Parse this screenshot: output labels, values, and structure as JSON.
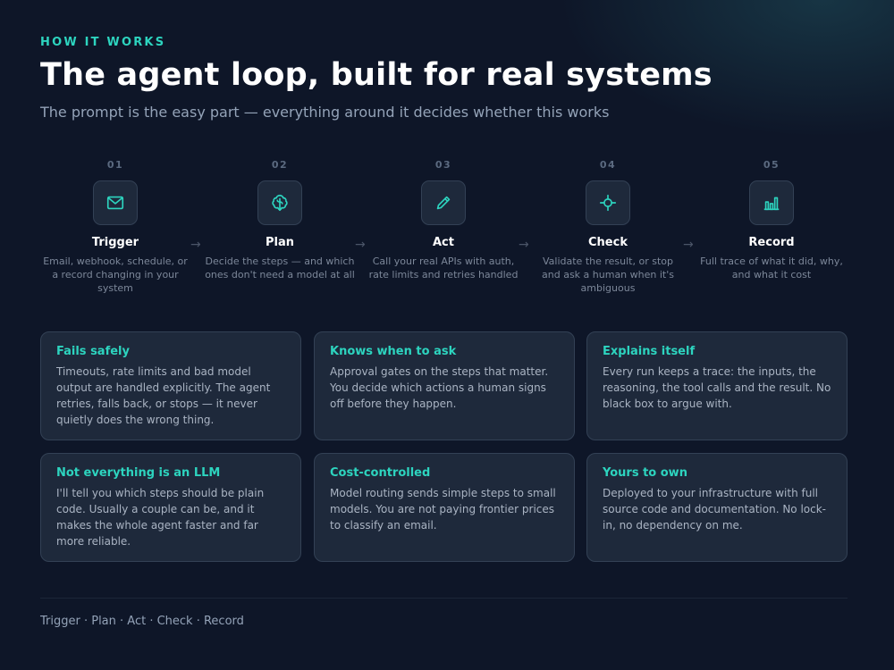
{
  "header": {
    "eyebrow": "HOW IT WORKS",
    "title": "The agent loop, built for real systems",
    "subtitle": "The prompt is the easy part — everything around it decides whether this works"
  },
  "steps": [
    {
      "num": "01",
      "label": "Trigger",
      "icon": "envelope-icon",
      "desc": "Email, webhook, schedule, or a record changing in your system"
    },
    {
      "num": "02",
      "label": "Plan",
      "icon": "brain-icon",
      "desc": "Decide the steps — and which ones don't need a model at all"
    },
    {
      "num": "03",
      "label": "Act",
      "icon": "pencil-icon",
      "desc": "Call your real APIs with auth, rate limits and retries handled"
    },
    {
      "num": "04",
      "label": "Check",
      "icon": "crosshair-icon",
      "desc": "Validate the result, or stop and ask a human when it's ambiguous"
    },
    {
      "num": "05",
      "label": "Record",
      "icon": "bar-chart-icon",
      "desc": "Full trace of what it did, why, and what it cost"
    }
  ],
  "arrow_glyph": "→",
  "cards": [
    {
      "title": "Fails safely",
      "text": "Timeouts, rate limits and bad model output are handled explicitly. The agent retries, falls back, or stops — it never quietly does the wrong thing."
    },
    {
      "title": "Knows when to ask",
      "text": "Approval gates on the steps that matter. You decide which actions a human signs off before they happen."
    },
    {
      "title": "Explains itself",
      "text": "Every run keeps a trace: the inputs, the reasoning, the tool calls and the result. No black box to argue with."
    },
    {
      "title": "Not everything is an LLM",
      "text": "I'll tell you which steps should be plain code. Usually a couple can be, and it makes the whole agent faster and far more reliable."
    },
    {
      "title": "Cost-controlled",
      "text": "Model routing sends simple steps to small models. You are not paying frontier prices to classify an email."
    },
    {
      "title": "Yours to own",
      "text": "Deployed to your infrastructure with full source code and documentation. No lock-in, no dependency on me."
    }
  ],
  "footer": {
    "text": "Trigger · Plan · Act · Check · Record"
  },
  "colors": {
    "accent": "#2dd4bf",
    "background": "#0e1628",
    "card": "#1e293b"
  }
}
